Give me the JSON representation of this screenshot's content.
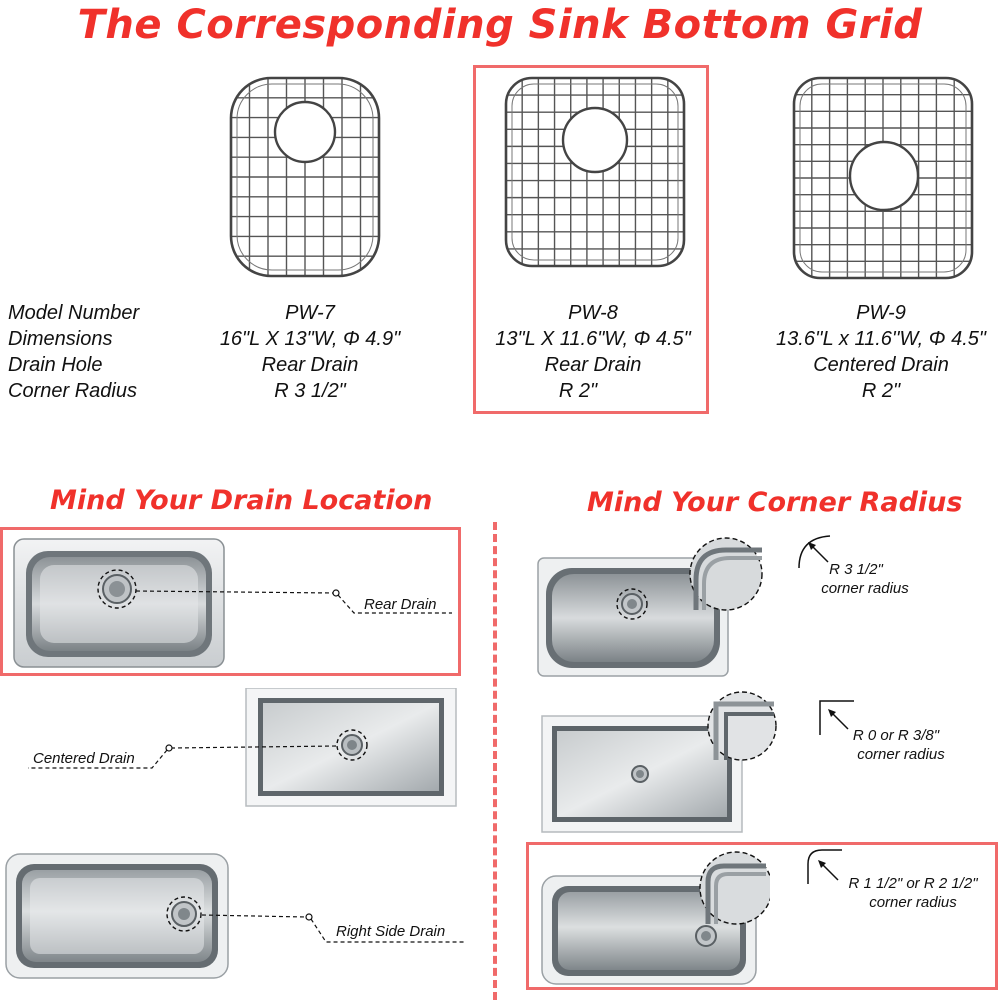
{
  "header": {
    "title": "The Corresponding Sink Bottom Grid"
  },
  "spec_labels": {
    "model_number": "Model Number",
    "dimensions": "Dimensions",
    "drain_hole": "Drain Hole",
    "corner_radius": "Corner Radius"
  },
  "models": [
    {
      "model": "PW-7",
      "dimensions": "16\"L X 13\"W, Φ 4.9\"",
      "drain": "Rear Drain",
      "radius": "R 3 1/2\""
    },
    {
      "model": "PW-8",
      "dimensions": "13\"L X 11.6\"W, Φ 4.5\"",
      "drain": "Rear Drain",
      "radius": "R 2\""
    },
    {
      "model": "PW-9",
      "dimensions": "13.6''L x 11.6''W, Φ 4.5\"",
      "drain": "Centered  Drain",
      "radius": "R 2\""
    }
  ],
  "drain_section": {
    "title": "Mind Your Drain Location",
    "rear": "Rear Drain",
    "centered": "Centered Drain",
    "right": "Right Side Drain"
  },
  "radius_section": {
    "title": "Mind Your Corner Radius",
    "r1_value": "R 3 1/2\"",
    "r1_caption": "corner radius",
    "r2_value": "R 0 or R 3/8\"",
    "r2_caption": "corner radius",
    "r3_value": "R 1 1/2\" or R 2 1/2\"",
    "r3_caption": "corner radius"
  },
  "colors": {
    "accent_red": "#f0312b",
    "highlight_border": "#f06a6a",
    "steel_dark": "#6f767c",
    "steel_light": "#e3e6e8"
  }
}
